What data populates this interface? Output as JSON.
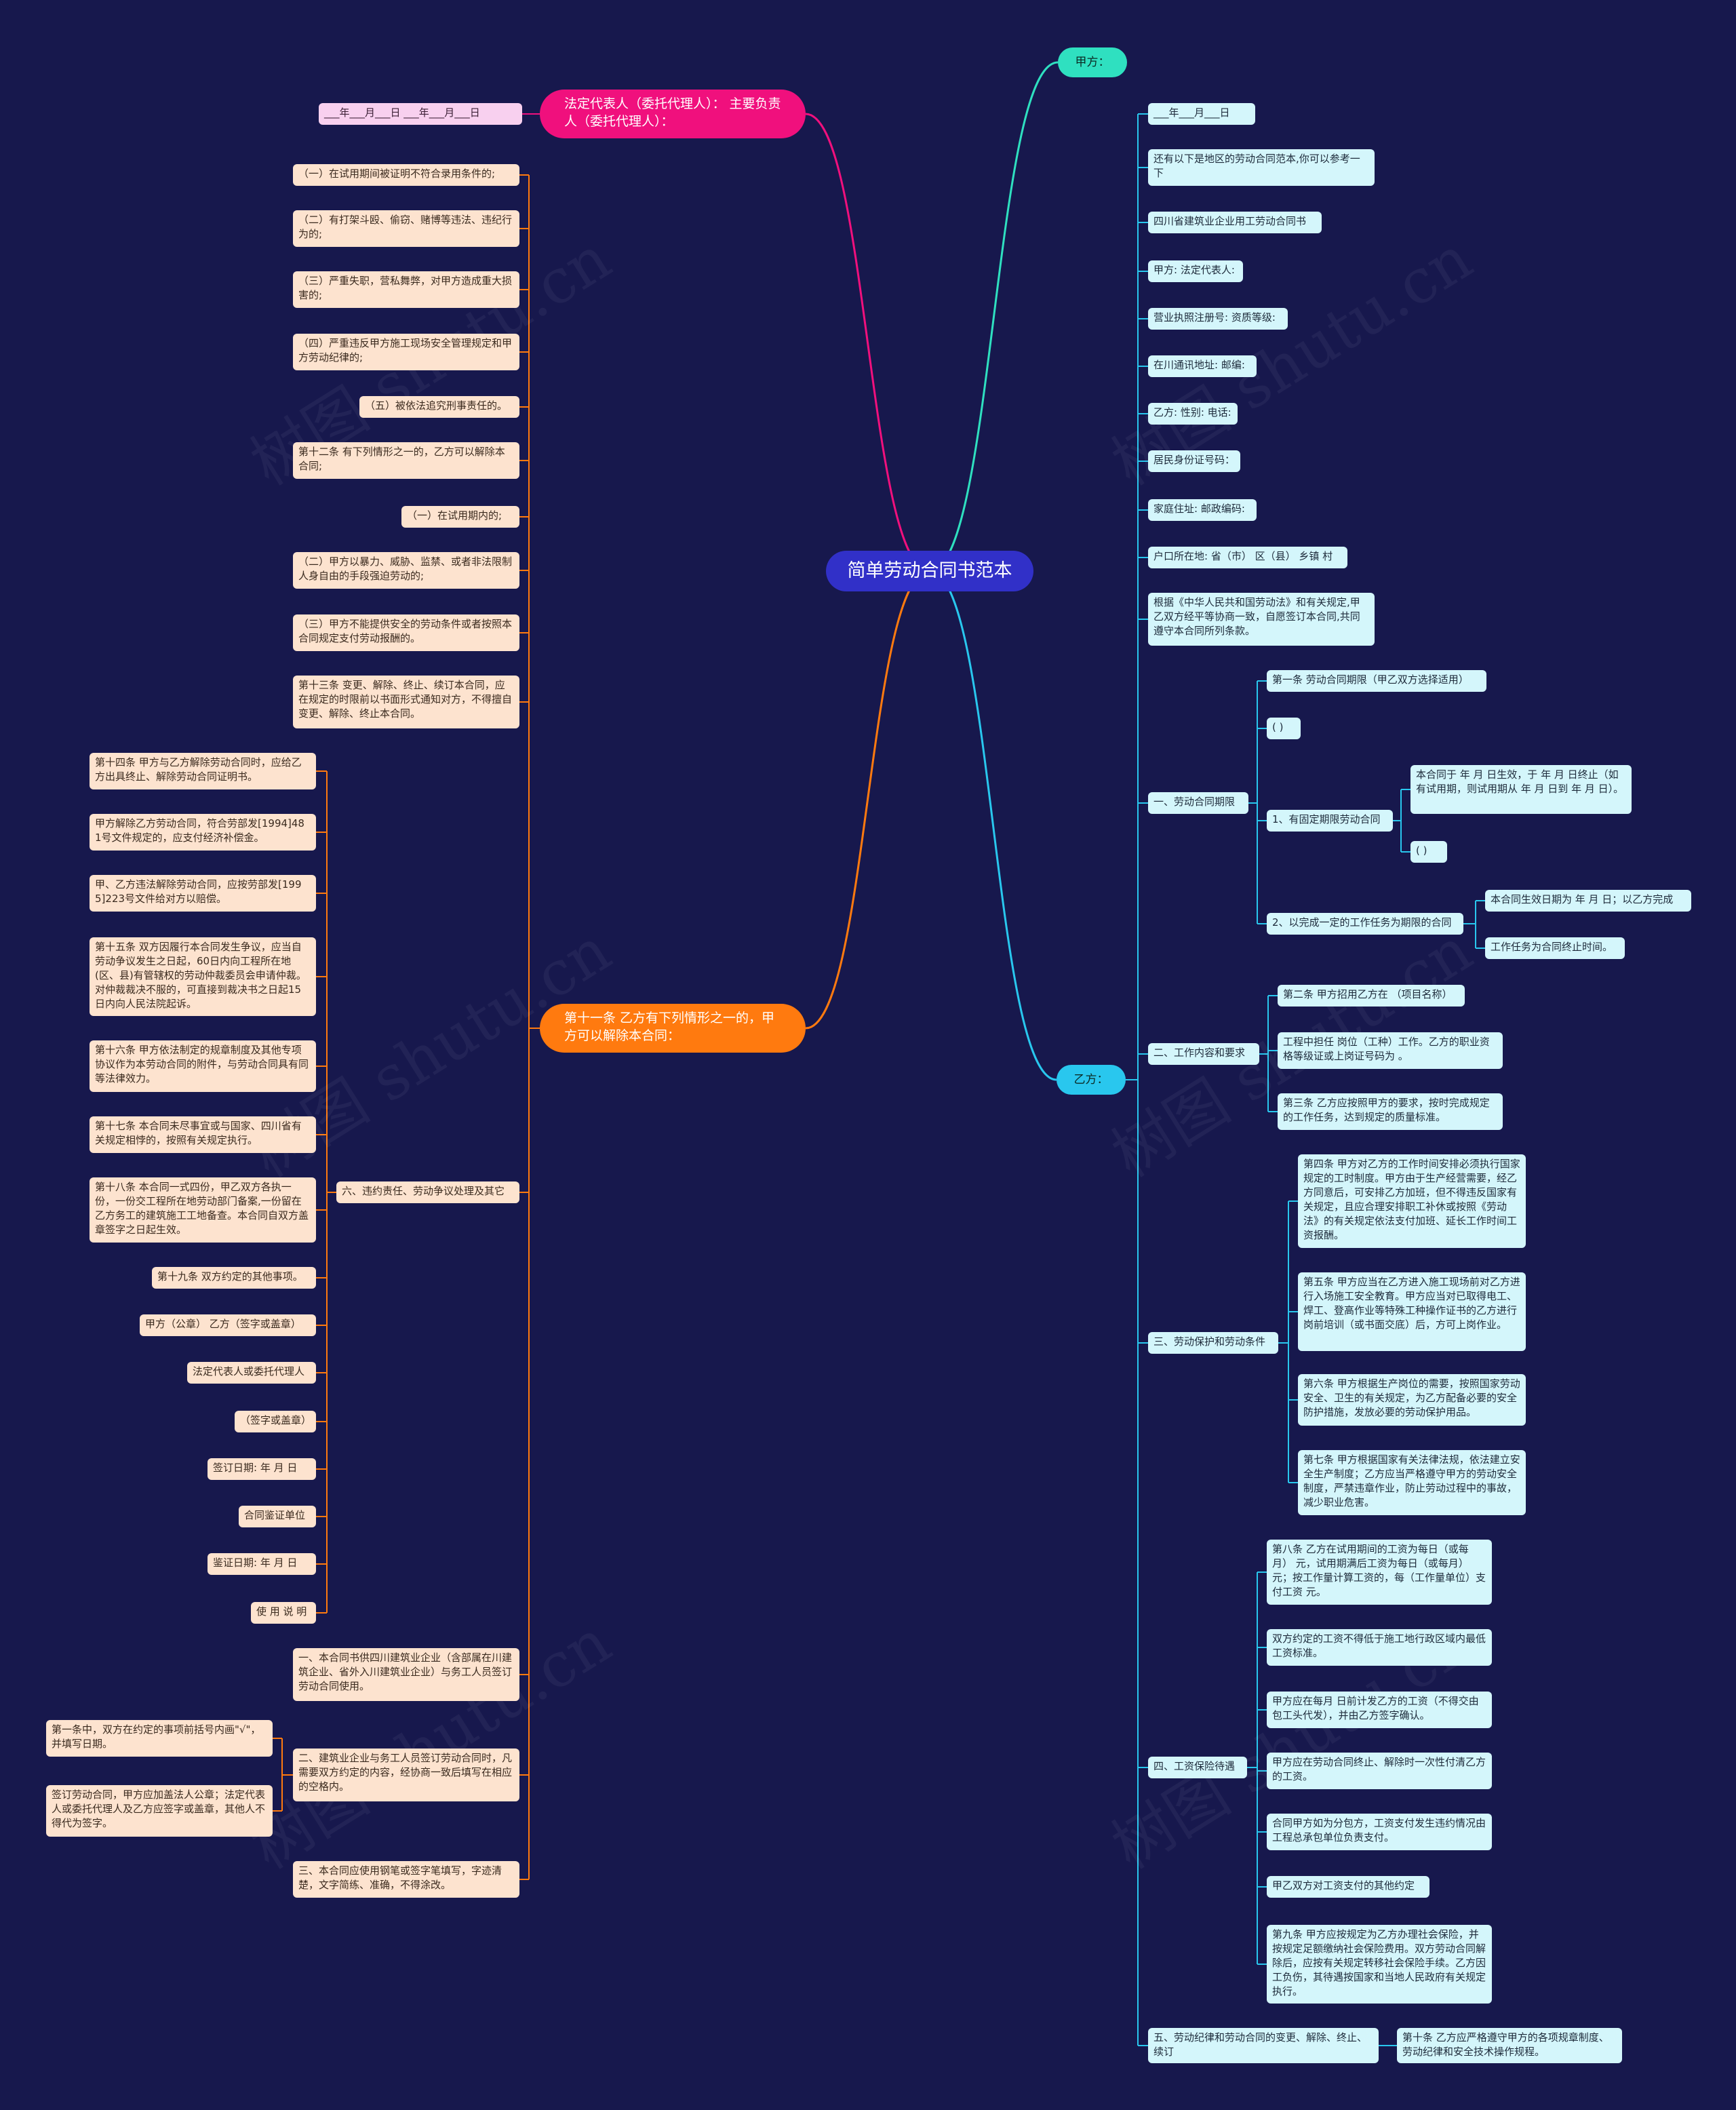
{
  "center": {
    "title": "简单劳动合同书范本",
    "color": "#3130c8"
  },
  "branches": {
    "jia": {
      "label": "甲方：",
      "color": "#2fe0c0"
    },
    "yi": {
      "label": "乙方：",
      "color": "#29c7ee"
    },
    "rep": {
      "label": "法定代表人（委托代理人）：  主要负责人（委托代理人）：",
      "color": "#f0107d"
    },
    "art11": {
      "label": "第十一条 乙方有下列情形之一的，甲方可以解除本合同：",
      "color": "#ff7a0f"
    }
  },
  "rep_date": "___年___月___日 ___年___月___日",
  "right": {
    "date": "___年___月___日",
    "intro": "还有以下是地区的劳动合同范本,你可以参考一下",
    "title2": "四川省建筑业企业用工劳动合同书",
    "jia_rep": "甲方: 法定代表人:",
    "license": "营业执照注册号: 资质等级:",
    "address": "在川通讯地址: 邮编:",
    "yi_info": "乙方: 性别: 电话:",
    "idcard": "居民身份证号码：",
    "home": "家庭住址: 邮政编码:",
    "hukou": "户口所在地: 省（市） 区（县） 乡镇 村",
    "basis": "根据《中华人民共和国劳动法》和有关规定,甲乙双方经平等协商一致，自愿签订本合同,共同遵守本合同所列条款。",
    "sec1": "一、劳动合同期限",
    "art1": "第一条 劳动合同期限（甲乙双方选择适用）",
    "paren1": "( )",
    "fixed": "1、有固定期限劳动合同",
    "fixed_text": "本合同于 年 月 日生效，于 年 月 日终止（如有试用期，则试用期从 年 月 日到 年 月 日）。",
    "paren2": "( )",
    "task": "2、以完成一定的工作任务为期限的合同",
    "task_a": "本合同生效日期为 年 月 日；以乙方完成",
    "task_b": "工作任务为合同终止时间。",
    "sec2": "二、工作内容和要求",
    "art2": "第二条 甲方招用乙方在 （项目名称）",
    "post": "工程中担任 岗位（工种）工作。乙方的职业资格等级证或上岗证号码为 。",
    "art3": "第三条 乙方应按照甲方的要求，按时完成规定的工作任务，达到规定的质量标准。",
    "sec3": "三、劳动保护和劳动条件",
    "art4": "第四条 甲方对乙方的工作时间安排必须执行国家规定的工时制度。甲方由于生产经营需要，经乙方同意后，可安排乙方加班，但不得违反国家有关规定，且应合理安排职工补休或按照《劳动法》的有关规定依法支付加班、延长工作时间工资报酬。",
    "art5": "第五条 甲方应当在乙方进入施工现场前对乙方进行入场施工安全教育。甲方应当对已取得电工、焊工、登高作业等特殊工种操作证书的乙方进行岗前培训（或书面交底）后，方可上岗作业。",
    "art6": "第六条 甲方根据生产岗位的需要，按照国家劳动安全、卫生的有关规定，为乙方配备必要的安全防护措施，发放必要的劳动保护用品。",
    "art7": "第七条 甲方根据国家有关法律法规，依法建立安全生产制度；乙方应当严格遵守甲方的劳动安全制度，严禁违章作业，防止劳动过程中的事故，减少职业危害。",
    "sec4": "四、工资保险待遇",
    "art8": "第八条 乙方在试用期间的工资为每日（或每月） 元，试用期满后工资为每日（或每月） 元；按工作量计算工资的，每（工作量单位）支付工资 元。",
    "minwage": "双方约定的工资不得低于施工地行政区域内最低工资标准。",
    "pay_month": "甲方应在每月 日前计发乙方的工资（不得交由包工头代发），并由乙方签字确认。",
    "pay_end": "甲方应在劳动合同终止、解除时一次性付清乙方的工资。",
    "subcontract": "合同甲方如为分包方，工资支付发生违约情况由工程总承包单位负责支付。",
    "other_wage": "甲乙双方对工资支付的其他约定",
    "art9": "第九条 甲方应按规定为乙方办理社会保险，并按规定足额缴纳社会保险费用。双方劳动合同解除后，应按有关规定转移社会保险手续。乙方因工负伤，其待遇按国家和当地人民政府有关规定执行。",
    "sec5": "五、劳动纪律和劳动合同的变更、解除、终止、续订",
    "art10": "第十条 乙方应严格遵守甲方的各项规章制度、劳动纪律和安全技术操作规程。"
  },
  "left": {
    "c1": "（一）在试用期间被证明不符合录用条件的;",
    "c2": "（二）有打架斗殴、偷窃、赌博等违法、违纪行为的;",
    "c3": "（三）严重失职，营私舞弊，对甲方造成重大损害的;",
    "c4": "（四）严重违反甲方施工现场安全管理规定和甲方劳动纪律的;",
    "c5": "（五）被依法追究刑事责任的。",
    "art12": "第十二条 有下列情形之一的，乙方可以解除本合同;",
    "d1": "（一）在试用期内的;",
    "d2": "（二）甲方以暴力、威胁、监禁、或者非法限制人身自由的手段强迫劳动的;",
    "d3": "（三）甲方不能提供安全的劳动条件或者按照本合同规定支付劳动报酬的。",
    "art13": "第十三条 变更、解除、终止、续订本合同，应在规定的时限前以书面形式通知对方，不得擅自变更、解除、终止本合同。",
    "sec6": "六、违约责任、劳动争议处理及其它",
    "art14": "第十四条 甲方与乙方解除劳动合同时，应给乙方出具终止、解除劳动合同证明书。",
    "comp": "甲方解除乙方劳动合同，符合劳部发[1994]481号文件规定的，应支付经济补偿金。",
    "breach": "甲、乙方违法解除劳动合同，应按劳部发[1995]223号文件给对方以赔偿。",
    "art15": "第十五条 双方因履行本合同发生争议，应当自劳动争议发生之日起，60日内向工程所在地(区、县)有管辖权的劳动仲裁委员会申请仲裁。对仲裁裁决不服的，可直接到裁决书之日起15日内向人民法院起诉。",
    "art16": "第十六条 甲方依法制定的规章制度及其他专项协议作为本劳动合同的附件，与劳动合同具有同等法律效力。",
    "art17": "第十七条 本合同未尽事宜或与国家、四川省有关规定相悖的，按照有关规定执行。",
    "art18": "第十八条 本合同一式四份，甲乙双方各执一份，一份交工程所在地劳动部门备案,一份留在乙方务工的建筑施工工地备查。本合同自双方盖章签字之日起生效。",
    "art19": "第十九条 双方约定的其他事项。",
    "sign1": "甲方（公章） 乙方（签字或盖章）",
    "sign2": "法定代表人或委托代理人",
    "sign3": "（签字或盖章）",
    "sign_date": "签订日期: 年 月 日",
    "verify_unit": "合同鉴证单位",
    "verify_date": "鉴证日期: 年 月 日",
    "usage": "使 用 说 明",
    "u1": "一、本合同书供四川建筑业企业（含部属在川建筑企业、省外入川建筑业企业）与务工人员签订劳动合同使用。",
    "u2": "二、建筑业企业与务工人员签订劳动合同时，凡需要双方约定的内容，经协商一致后填写在相应的空格内。",
    "u2a": "第一条中，双方在约定的事项前括号内画\"√\"，并填写日期。",
    "u2b": "签订劳动合同，甲方应加盖法人公章；法定代表人或委托代理人及乙方应签字或盖章，其他人不得代为签字。",
    "u3": "三、本合同应使用钢笔或签字笔填写，字迹清楚，文字简练、准确，不得涂改。"
  },
  "watermark": "树图 shutu.cn"
}
